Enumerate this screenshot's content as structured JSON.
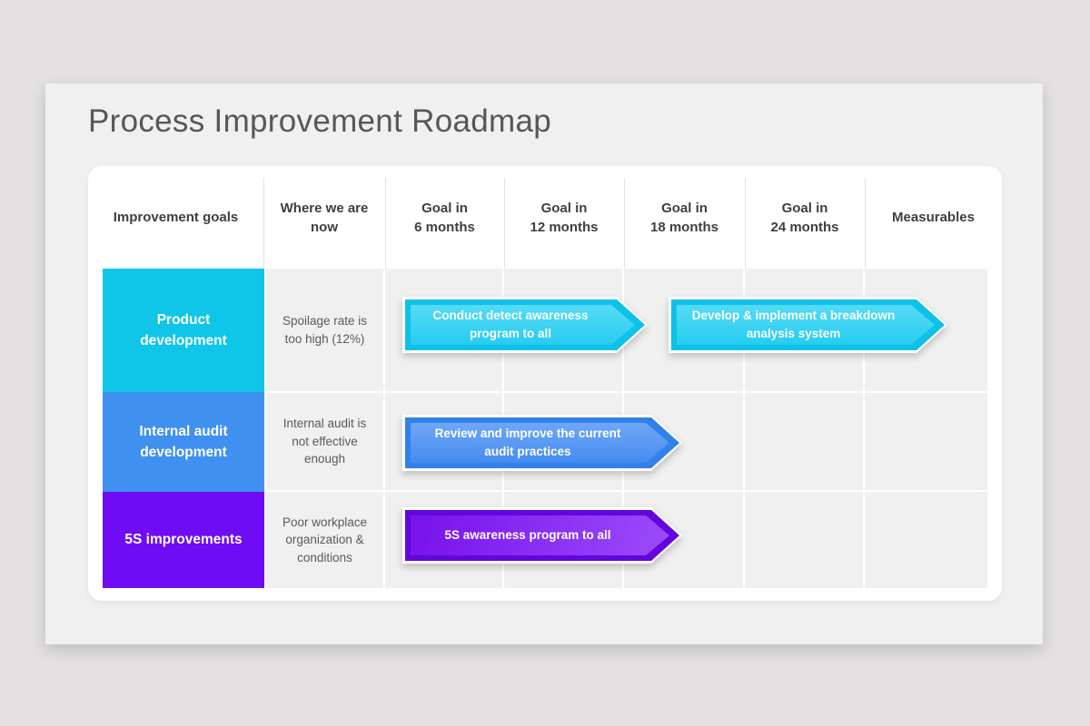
{
  "page": {
    "title": "Process Improvement Roadmap"
  },
  "table": {
    "columns": [
      "Improvement goals",
      "Where we are\nnow",
      "Goal in\n6 months",
      "Goal in\n12 months",
      "Goal in\n18 months",
      "Goal in\n24 months",
      "Measurables"
    ],
    "rows": [
      {
        "goal": "Product\ndevelopment",
        "goal_color": "#0fc6e8",
        "current_state": "Spoilage rate is\ntoo high (12%)",
        "arrows": [
          {
            "label": "Conduct detect awareness\nprogram to all",
            "columns_spanned": [
              "Goal in 6 months",
              "Goal in 12 months"
            ],
            "color": "#27ccf0"
          },
          {
            "label": "Develop & implement a breakdown\nanalysis system",
            "columns_spanned": [
              "Goal in 18 months",
              "Goal in 24 months"
            ],
            "color": "#27ccf0"
          }
        ]
      },
      {
        "goal": "Internal audit\ndevelopment",
        "goal_color": "#4090ef",
        "current_state": "Internal audit is\nnot effective\nenough",
        "arrows": [
          {
            "label": "Review and improve the current\naudit practices",
            "columns_spanned": [
              "Goal in 6 months",
              "Goal in 12 months"
            ],
            "color": "#458bf0"
          }
        ]
      },
      {
        "goal": "5S improvements",
        "goal_color": "#6e0df4",
        "current_state": "Poor workplace\norganization &\nconditions",
        "arrows": [
          {
            "label": "5S awareness program to all",
            "columns_spanned": [
              "Goal in 6 months",
              "Goal in 12 months"
            ],
            "color": "#9c4bfa"
          }
        ]
      }
    ]
  },
  "colors": {
    "canvas_bg": "#e3e1e2",
    "slide_bg": "#f1f0f0",
    "card_bg": "#ffffff",
    "cell_bg": "#f0f0f0",
    "cyan": "#0fc6e8",
    "blue": "#4090ef",
    "purple": "#6e0df4",
    "title_text": "#57575a",
    "header_text": "#3f3f41",
    "body_text": "#5a5a5c",
    "arrow_text": "#ffffff"
  }
}
